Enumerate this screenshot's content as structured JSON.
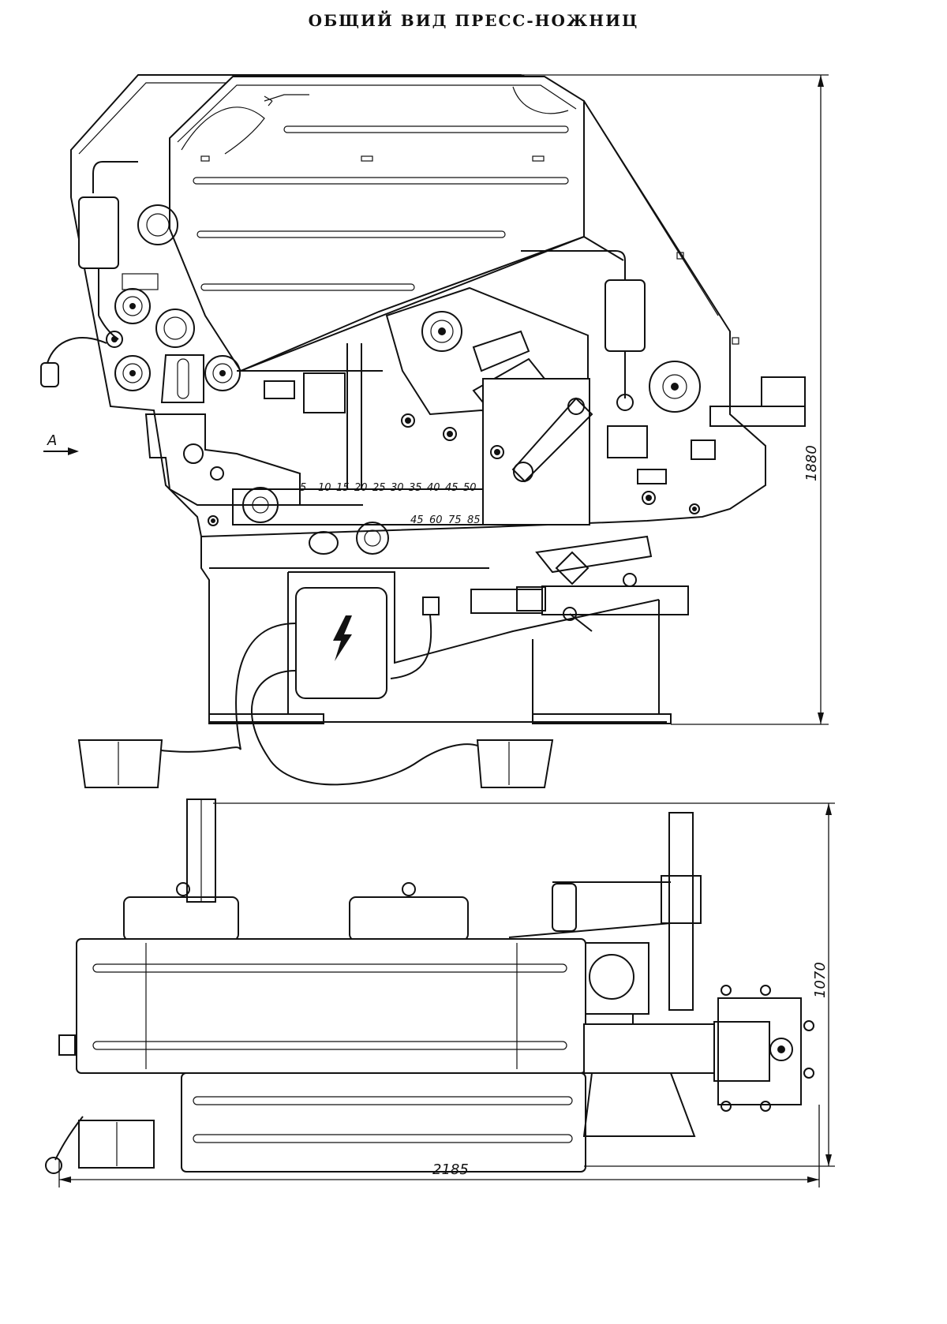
{
  "title": "ОБЩИЙ ВИД ПРЕСС-НОЖНИЦ",
  "view_label": "A",
  "dimensions": {
    "height_side": "1880",
    "depth_top": "1070",
    "length_top": "2185"
  },
  "scale_top": [
    "5",
    "10",
    "15",
    "20",
    "25",
    "30",
    "35",
    "40",
    "45",
    "50"
  ],
  "scale_bottom": [
    "45",
    "60",
    "75",
    "85"
  ],
  "icons": [
    "voltage-hazard-icon",
    "arrow-right-icon"
  ]
}
